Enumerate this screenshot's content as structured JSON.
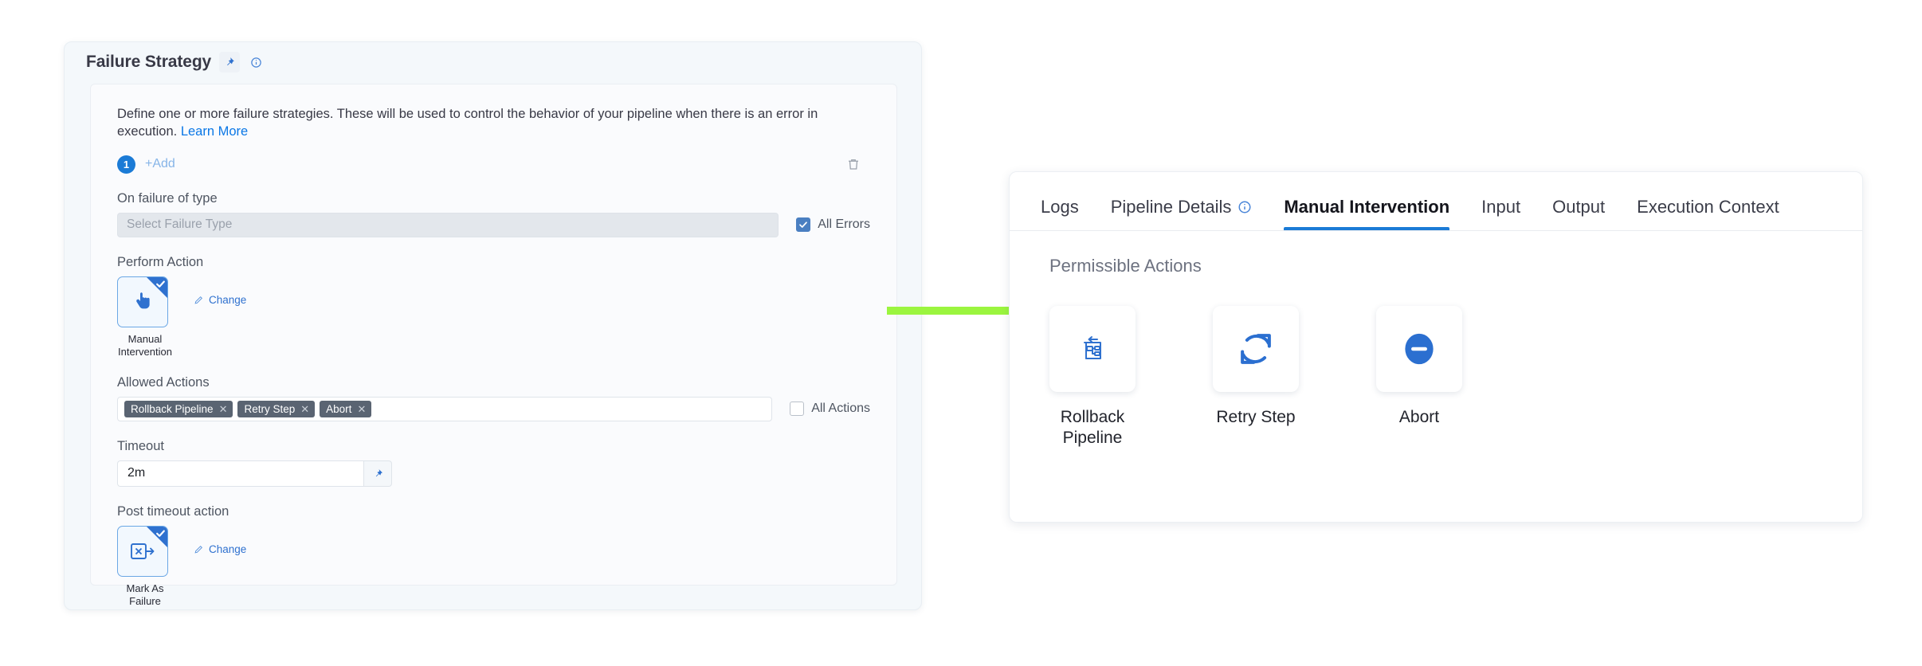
{
  "failure_strategy_card": {
    "title": "Failure Strategy",
    "pin_icon": "pin-icon",
    "info_icon": "info-circle-icon",
    "description_text": "Define one or more failure strategies. These will be used to control the behavior of your pipeline when there is an error in execution.",
    "learn_more_label": "Learn More",
    "strategy_index_badge": "1",
    "add_label": "+Add",
    "delete_icon": "trash-icon",
    "on_failure": {
      "label": "On failure of type",
      "select_placeholder": "Select Failure Type",
      "all_errors_label": "All Errors",
      "all_errors_checked": true
    },
    "perform_action": {
      "label": "Perform Action",
      "tile_caption": "Manual Intervention",
      "tile_icon": "hand-pointer-icon",
      "selected": true,
      "change_label": "Change",
      "change_icon": "pencil-icon"
    },
    "allowed_actions": {
      "label": "Allowed Actions",
      "chips": [
        "Rollback Pipeline",
        "Retry Step",
        "Abort"
      ],
      "chip_remove_icon": "close-x-icon",
      "all_actions_label": "All Actions",
      "all_actions_checked": false
    },
    "timeout": {
      "label": "Timeout",
      "value": "2m",
      "pin_icon": "pin-icon"
    },
    "post_timeout_action": {
      "label": "Post timeout action",
      "tile_caption": "Mark As Failure",
      "tile_icon": "mark-as-failure-icon",
      "selected": true,
      "change_label": "Change",
      "change_icon": "pencil-icon"
    }
  },
  "arrow": {
    "name": "green-arrow-annotation",
    "color": "#9BF53F"
  },
  "details_panel": {
    "tabs": [
      {
        "label": "Logs",
        "active": false,
        "has_info_icon": false
      },
      {
        "label": "Pipeline Details",
        "active": false,
        "has_info_icon": true
      },
      {
        "label": "Manual Intervention",
        "active": true,
        "has_info_icon": false
      },
      {
        "label": "Input",
        "active": false,
        "has_info_icon": false
      },
      {
        "label": "Output",
        "active": false,
        "has_info_icon": false
      },
      {
        "label": "Execution Context",
        "active": false,
        "has_info_icon": false
      }
    ],
    "permissible_actions_title": "Permissible Actions",
    "actions": [
      {
        "label": "Rollback Pipeline",
        "icon": "rollback-pipeline-icon"
      },
      {
        "label": "Retry Step",
        "icon": "retry-circular-arrows-icon"
      },
      {
        "label": "Abort",
        "icon": "abort-minus-circle-icon"
      }
    ]
  },
  "colors": {
    "accent_blue": "#1B7BD6",
    "chip_bg": "#5A6472",
    "arrow_green": "#9BF53F",
    "card_bg": "#F4F8FB"
  }
}
